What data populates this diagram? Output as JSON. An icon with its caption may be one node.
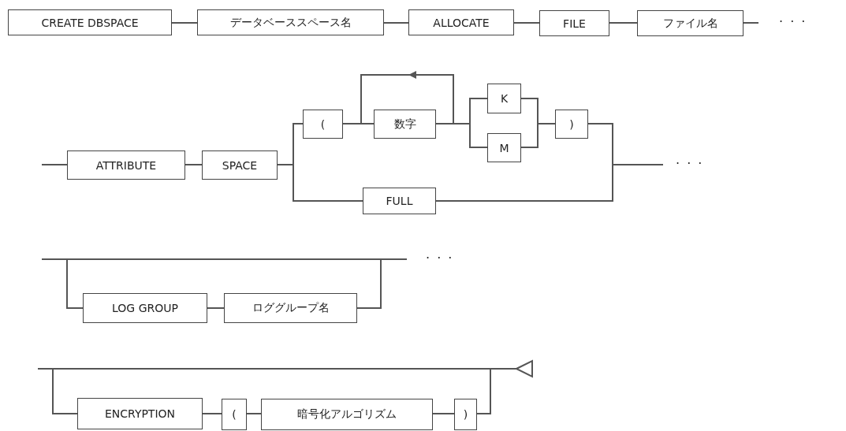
{
  "diagram": {
    "nodes": [
      {
        "text": [
          "CREATE DBSPACE"
        ]
      },
      {
        "text": [
          "データベーススペース名"
        ]
      },
      {
        "text": [
          "ALLOCATE"
        ]
      },
      {
        "text": [
          "FILE"
        ]
      },
      {
        "text": [
          "ファイル名"
        ]
      },
      {
        "text": [
          "ATTRIBUTE"
        ]
      },
      {
        "text": [
          "SPACE"
        ]
      },
      {
        "text": [
          "("
        ]
      },
      {
        "text": [
          "数字"
        ]
      },
      {
        "text": [
          "K"
        ]
      },
      {
        "text": [
          "M"
        ]
      },
      {
        "text": [
          ")"
        ]
      },
      {
        "text": [
          "FULL"
        ]
      },
      {
        "text": [
          "LOG GROUP"
        ]
      },
      {
        "text": [
          "ロググループ名"
        ]
      },
      {
        "text": [
          "ENCRYPTION"
        ]
      },
      {
        "text": [
          "("
        ]
      },
      {
        "text": [
          "暗号化アルゴリズム"
        ]
      },
      {
        "text": [
          ")"
        ]
      }
    ],
    "edges": [
      {
        "from": 0,
        "to": 1,
        "arrow": "none"
      },
      {
        "from": 1,
        "to": 2,
        "arrow": "none"
      },
      {
        "from": 2,
        "to": 3,
        "arrow": "none"
      },
      {
        "from": 3,
        "to": 4,
        "arrow": "none"
      },
      {
        "from": 4,
        "to": null,
        "arrow": "none"
      },
      {
        "from": null,
        "to": 5,
        "arrow": "none"
      },
      {
        "from": 5,
        "to": 6,
        "arrow": "none"
      },
      {
        "from": 6,
        "to": 7,
        "arrow": "none"
      },
      {
        "from": 7,
        "to": 8,
        "arrow": "none"
      },
      {
        "from": 8,
        "to": 9,
        "arrow": "none"
      },
      {
        "from": 8,
        "to": 10,
        "arrow": "none"
      },
      {
        "from": 9,
        "to": 11,
        "arrow": "none"
      },
      {
        "from": 10,
        "to": 11,
        "arrow": "none"
      },
      {
        "from": 6,
        "to": 12,
        "arrow": "none"
      },
      {
        "from": 11,
        "to": null,
        "arrow": "none"
      },
      {
        "from": 12,
        "to": null,
        "arrow": "none"
      },
      {
        "from": 8,
        "to": 8,
        "arrow": "to"
      },
      {
        "from": null,
        "to": 13,
        "arrow": "none"
      },
      {
        "from": 13,
        "to": 14,
        "arrow": "none"
      },
      {
        "from": 14,
        "to": null,
        "arrow": "none"
      },
      {
        "from": null,
        "to": 15,
        "arrow": "none"
      },
      {
        "from": 15,
        "to": 16,
        "arrow": "none"
      },
      {
        "from": 16,
        "to": 17,
        "arrow": "none"
      },
      {
        "from": 17,
        "to": 18,
        "arrow": "none"
      },
      {
        "from": 18,
        "to": null,
        "arrow": "none"
      }
    ],
    "labels": [
      "· · ·",
      "· · ·",
      "· · ·"
    ]
  }
}
